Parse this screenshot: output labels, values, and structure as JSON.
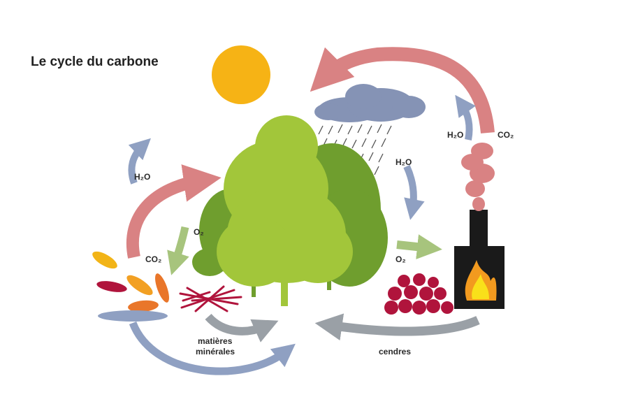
{
  "title": "Le cycle du carbone",
  "labels": {
    "h2o_left": "H₂O",
    "co2_left": "CO₂",
    "o2_left": "O₂",
    "h2o_rain": "H₂O",
    "o2_right": "O₂",
    "h2o_smoke": "H₂O",
    "co2_smoke": "CO₂",
    "matieres_line1": "matières",
    "matieres_line2": "minérales",
    "cendres": "cendres"
  },
  "colors": {
    "co2_arrow": "#d98283",
    "h2o_arrow": "#8fa0c2",
    "o2_arrow": "#a7c47d",
    "minerals_arrow": "#9aa0a6",
    "sun": "#f6b315",
    "tree_light": "#a2c63a",
    "tree_dark": "#6f9e2e",
    "cloud": "#8593b5",
    "stove": "#1a1a1a",
    "embers": "#b0143c"
  }
}
